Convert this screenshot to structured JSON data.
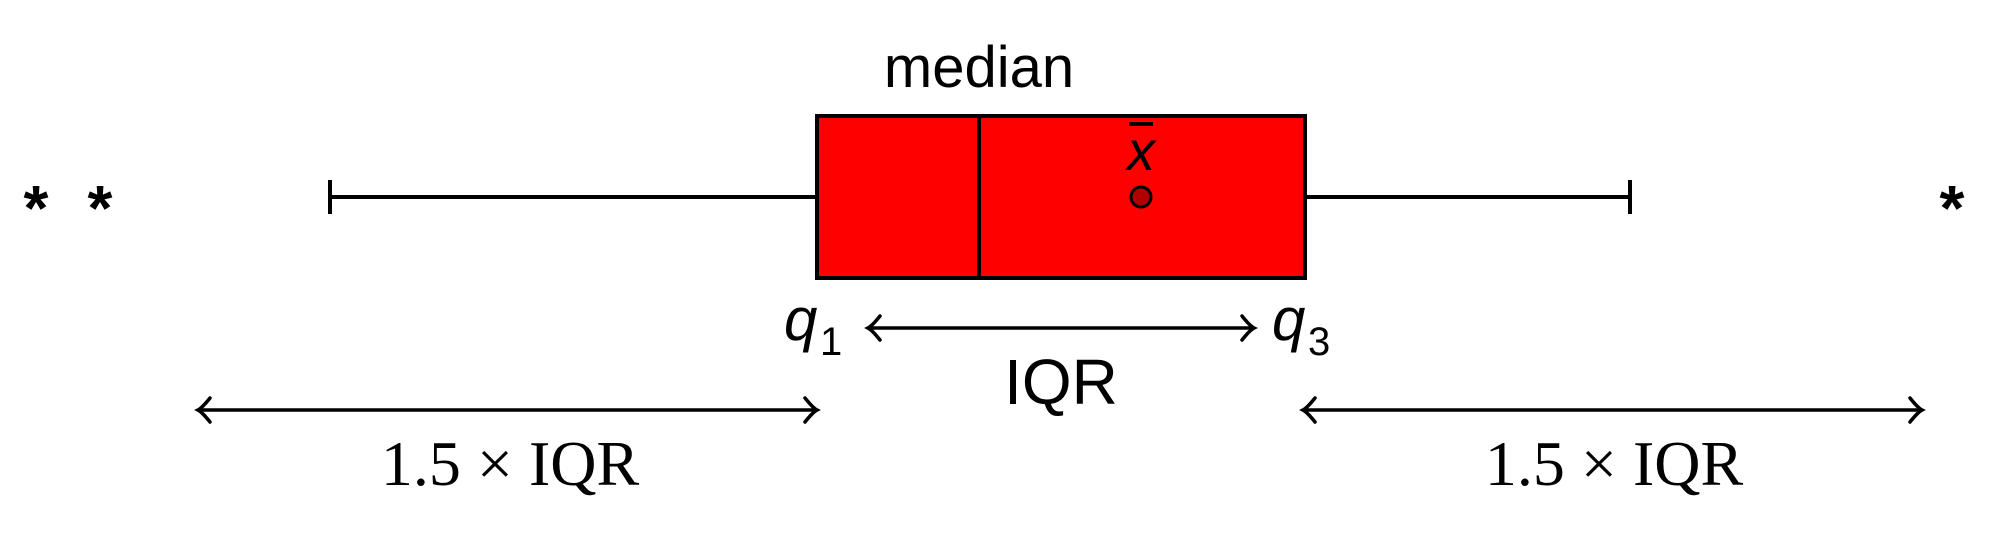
{
  "labels": {
    "median": "median",
    "mean_symbol": "x",
    "q1_letter": "q",
    "q1_sub": "1",
    "q3_letter": "q",
    "q3_sub": "3",
    "iqr": "IQR",
    "left_range": "1.5 × IQR",
    "right_range": "1.5 × IQR",
    "outlier_symbol": "*"
  },
  "colors": {
    "box_fill": "#ff0000",
    "stroke": "#000000",
    "mean_marker": "#b00000"
  }
}
